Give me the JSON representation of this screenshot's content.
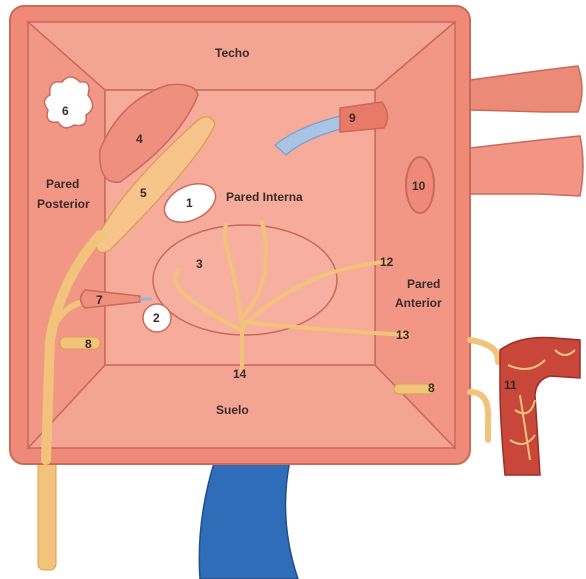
{
  "walls": {
    "roof": "Techo",
    "floor": "Suelo",
    "posterior_line1": "Pared",
    "posterior_line2": "Posterior",
    "internal": "Pared Interna",
    "anterior_line1": "Pared",
    "anterior_line2": "Anterior"
  },
  "numbers": {
    "n1": "1",
    "n2": "2",
    "n3": "3",
    "n4": "4",
    "n5": "5",
    "n6": "6",
    "n7": "7",
    "n8a": "8",
    "n8b": "8",
    "n9": "9",
    "n10": "10",
    "n11": "11",
    "n12": "12",
    "n13": "13",
    "n14": "14"
  },
  "colors": {
    "outer_box": "#f08a78",
    "frame_light": "#f7b3a3",
    "inner_wall": "#f4a08f",
    "muscle": "#ee8877",
    "nerve": "#f2c37a",
    "vein": "#2f6db8",
    "artery": "#c9463b",
    "outline": "#c96a5b"
  }
}
